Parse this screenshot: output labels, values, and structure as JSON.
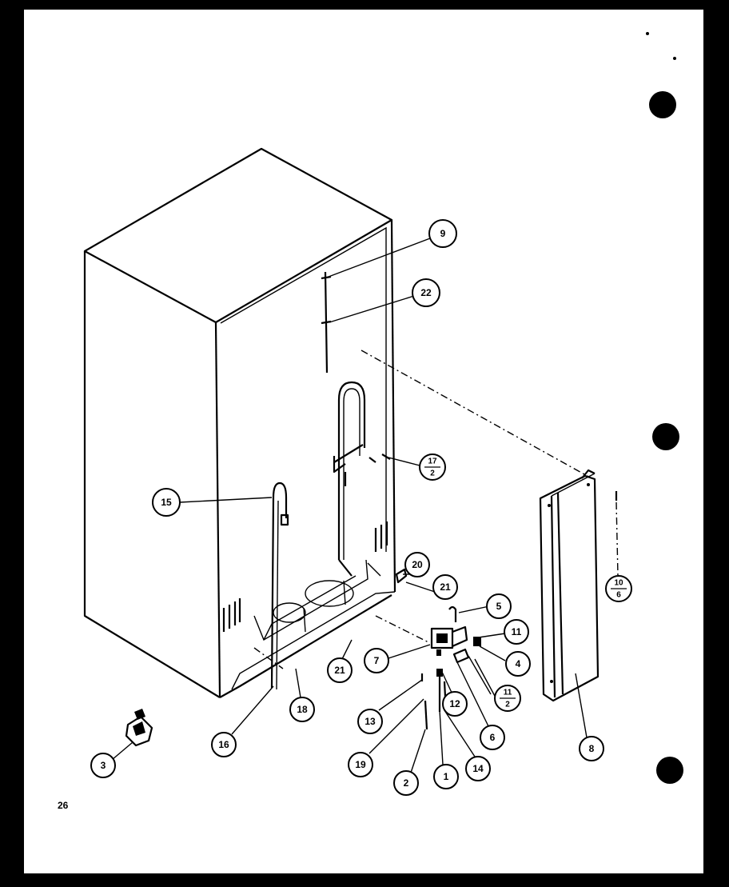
{
  "page_number": "26",
  "callouts": [
    {
      "id": "c9",
      "label": "9"
    },
    {
      "id": "c22",
      "label": "22"
    },
    {
      "id": "c15",
      "label": "15"
    },
    {
      "id": "c20",
      "label": "20"
    },
    {
      "id": "c21a",
      "label": "21"
    },
    {
      "id": "c5",
      "label": "5"
    },
    {
      "id": "c11",
      "label": "11"
    },
    {
      "id": "c4",
      "label": "4"
    },
    {
      "id": "c7",
      "label": "7"
    },
    {
      "id": "c21b",
      "label": "21"
    },
    {
      "id": "c6",
      "label": "6"
    },
    {
      "id": "c12",
      "label": "12"
    },
    {
      "id": "c13",
      "label": "13"
    },
    {
      "id": "c18",
      "label": "18"
    },
    {
      "id": "c16",
      "label": "16"
    },
    {
      "id": "c3",
      "label": "3"
    },
    {
      "id": "c19",
      "label": "19"
    },
    {
      "id": "c2",
      "label": "2"
    },
    {
      "id": "c1",
      "label": "1"
    },
    {
      "id": "c14",
      "label": "14"
    },
    {
      "id": "c8",
      "label": "8"
    }
  ],
  "fraction_callouts": [
    {
      "id": "f17_2",
      "top": "17",
      "bottom": "2"
    },
    {
      "id": "f10_6",
      "top": "10",
      "bottom": "6"
    },
    {
      "id": "f11_2",
      "top": "11",
      "bottom": "2"
    }
  ]
}
